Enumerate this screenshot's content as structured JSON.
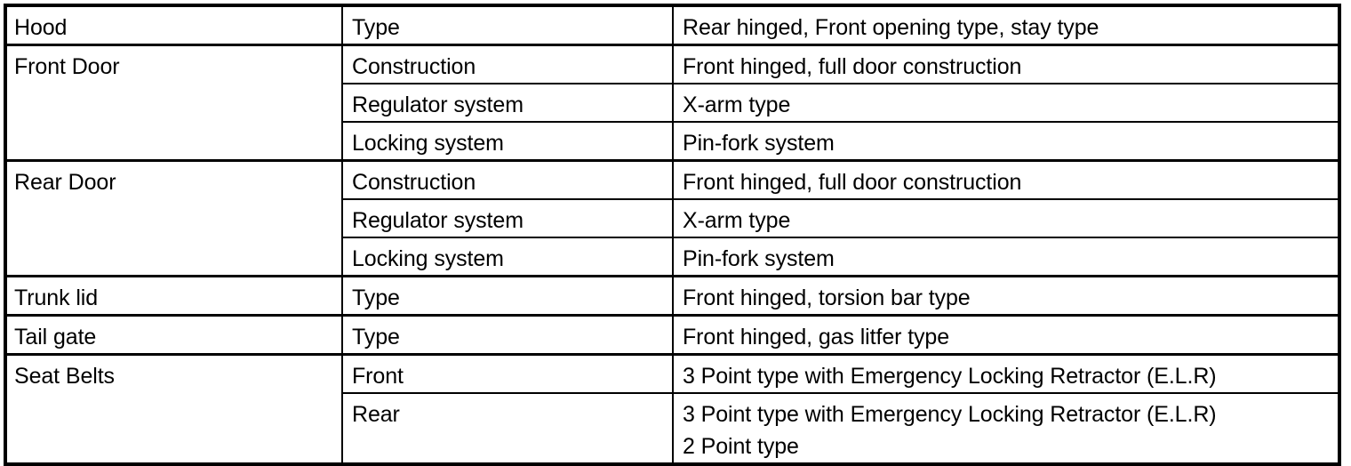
{
  "document": {
    "kind": "vehicle-body-specification-table",
    "background_color": "#ffffff",
    "text_color": "#000000",
    "border_color": "#000000"
  },
  "table": {
    "columns": [
      {
        "key": "assembly",
        "name": "assembly-column"
      },
      {
        "key": "attribute",
        "name": "attribute-column"
      },
      {
        "key": "value",
        "name": "value-column"
      }
    ],
    "rows": [
      {
        "assembly": "Hood",
        "assembly_rowspan": 1,
        "group_start": true,
        "attribute": "Type",
        "value": "Rear hinged, Front opening type, stay type"
      },
      {
        "assembly": "Front Door",
        "assembly_rowspan": 3,
        "group_start": true,
        "attribute": "Construction",
        "value": "Front hinged, full door construction"
      },
      {
        "assembly": null,
        "group_start": false,
        "attribute": "Regulator system",
        "value": "X-arm type"
      },
      {
        "assembly": null,
        "group_start": false,
        "attribute": "Locking system",
        "value": "Pin-fork system"
      },
      {
        "assembly": "Rear Door",
        "assembly_rowspan": 3,
        "group_start": true,
        "attribute": "Construction",
        "value": "Front hinged, full door construction"
      },
      {
        "assembly": null,
        "group_start": false,
        "attribute": "Regulator system",
        "value": "X-arm type"
      },
      {
        "assembly": null,
        "group_start": false,
        "attribute": "Locking system",
        "value": "Pin-fork system"
      },
      {
        "assembly": "Trunk lid",
        "assembly_rowspan": 1,
        "group_start": true,
        "attribute": "Type",
        "value": "Front hinged, torsion bar type"
      },
      {
        "assembly": "Tail gate",
        "assembly_rowspan": 1,
        "group_start": true,
        "attribute": "Type",
        "value": "Front hinged, gas litfer type"
      },
      {
        "assembly": "Seat Belts",
        "assembly_rowspan": 2,
        "group_start": true,
        "attribute": "Front",
        "value": "3 Point type with Emergency Locking Retractor (E.L.R)"
      },
      {
        "assembly": null,
        "group_start": false,
        "attribute": "Rear",
        "value": "3 Point type with Emergency Locking Retractor (E.L.R)\n2 Point type"
      }
    ]
  }
}
